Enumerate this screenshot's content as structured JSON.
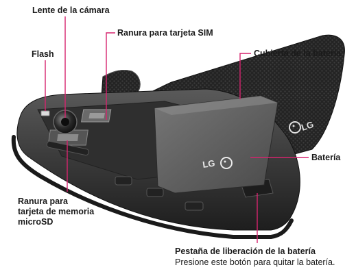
{
  "labels": {
    "camera_lens": "Lente de la cámara",
    "sim_slot": "Ranura para tarjeta SIM",
    "flash": "Flash",
    "battery_cover": "Cubierta de la batería",
    "battery": "Batería",
    "microsd_line1": "Ranura para",
    "microsd_line2": "tarjeta de memoria",
    "microsd_line3": "microSD",
    "release_tab": "Pestaña de liberación de la batería",
    "release_tab_desc": "Presione este botón para quitar la batería."
  },
  "logos": {
    "cover_logo": "LG",
    "battery_logo": "LG"
  },
  "colors": {
    "leader_line": "#d6246e",
    "phone_body": "#3a3a3a",
    "cover_pattern": "#2c2c2c"
  }
}
